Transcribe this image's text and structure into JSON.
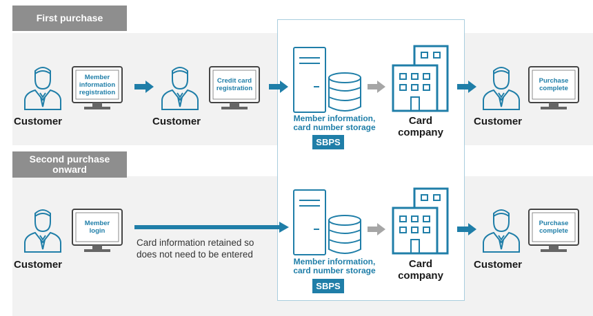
{
  "sections": {
    "first": {
      "tag": "First purchase"
    },
    "second": {
      "tag_line1": "Second purchase",
      "tag_line2": "onward"
    }
  },
  "row1": {
    "customer1": "Customer",
    "monitor1": [
      "Member",
      "information",
      "registration"
    ],
    "customer2": "Customer",
    "monitor2": [
      "Credit card",
      "registration"
    ],
    "storage": [
      "Member information,",
      "card number storage"
    ],
    "badge": "SBPS",
    "company": [
      "Card",
      "company"
    ],
    "customer3": "Customer",
    "monitor3": [
      "Purchase",
      "complete"
    ]
  },
  "row2": {
    "customer1": "Customer",
    "monitor1": [
      "Member",
      "login"
    ],
    "note": [
      "Card information retained so",
      "does not need to be entered"
    ],
    "storage": [
      "Member information,",
      "card number storage"
    ],
    "badge": "SBPS",
    "company": [
      "Card",
      "company"
    ],
    "customer3": "Customer",
    "monitor3": [
      "Purchase",
      "complete"
    ]
  },
  "colors": {
    "accent": "#1f7ea8",
    "band": "#f2f2f2",
    "tag": "#8e8e8e",
    "gray_arrow": "#a6a6a6"
  },
  "icons": [
    "person-icon",
    "monitor-icon",
    "server-icon",
    "database-icon",
    "building-icon",
    "arrow-right-icon"
  ]
}
